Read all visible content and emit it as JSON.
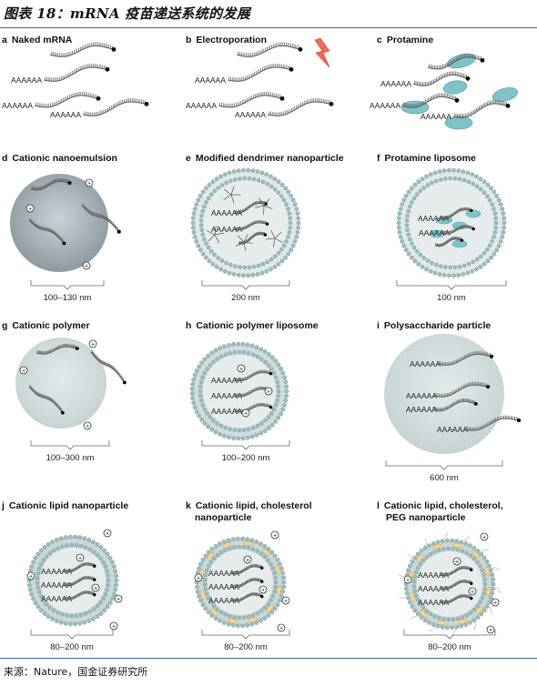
{
  "header": {
    "title": "图表 18：mRNA 疫苗递送系统的发展"
  },
  "panels": [
    {
      "letter": "a",
      "label": "Naked mRNA"
    },
    {
      "letter": "b",
      "label": "Electroporation"
    },
    {
      "letter": "c",
      "label": "Protamine"
    },
    {
      "letter": "d",
      "label": "Cationic nanoemulsion",
      "size": "100–130 nm"
    },
    {
      "letter": "e",
      "label": "Modified dendrimer nanoparticle",
      "size": "200 nm"
    },
    {
      "letter": "f",
      "label": "Protamine liposome",
      "size": "100 nm"
    },
    {
      "letter": "g",
      "label": "Cationic polymer",
      "size": "100–300 nm"
    },
    {
      "letter": "h",
      "label": "Cationic polymer liposome",
      "size": "100–200 nm"
    },
    {
      "letter": "i",
      "label": "Polysaccharide particle",
      "size": "600 nm"
    },
    {
      "letter": "j",
      "label": "Cationic lipid nanoparticle",
      "size": "80–200 nm"
    },
    {
      "letter": "k",
      "label": "Cationic lipid, cholesterol",
      "label2": "nanoparticle",
      "size": "80–200 nm"
    },
    {
      "letter": "l",
      "label": "Cationic lipid, cholesterol,",
      "label2": "PEG nanoparticle",
      "size": "80–200 nm"
    }
  ],
  "polyA": "AAAAAA",
  "plus": "+",
  "footer": {
    "source": "来源：Nature，国金证券研究所"
  },
  "colors": {
    "rule": "#2f6fb3",
    "sphere": "#cfd8d8",
    "emulsion": "#9aa6ad",
    "protamine": "#7fc3c9",
    "lipid": "#a9c7c8",
    "bolt": "#ef6a5a",
    "cholesterol": "#f2d79a"
  }
}
